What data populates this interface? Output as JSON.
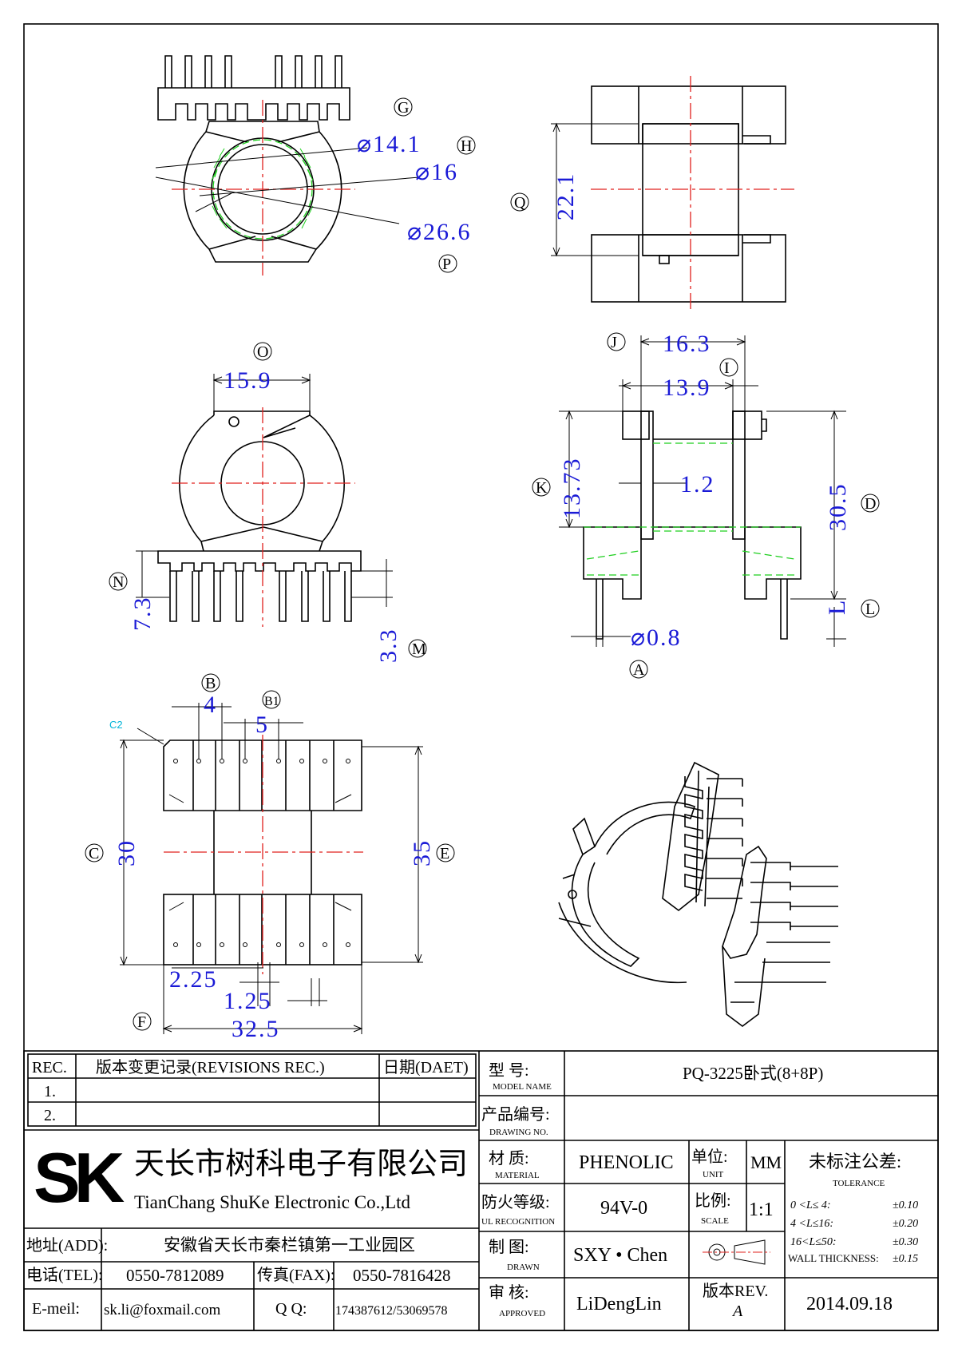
{
  "drawing": {
    "view1": {
      "dia_inner": "⌀14.1",
      "dia_mid": "⌀16",
      "dia_outer": "⌀26.6",
      "callout_g": "G",
      "callout_h": "H",
      "callout_p": "P"
    },
    "view2": {
      "dim_q": "22.1",
      "callout_q": "Q"
    },
    "view3": {
      "dim_o": "15.9",
      "dim_n": "7.3",
      "dim_m": "3.3",
      "callout_o": "O",
      "callout_n": "N",
      "callout_m": "M"
    },
    "view4": {
      "dim_j": "16.3",
      "dim_i": "13.9",
      "dim_k": "13.73",
      "dim_1_2": "1.2",
      "dim_d": "30.5",
      "dim_l": "L",
      "dim_a": "⌀0.8",
      "callout_j": "J",
      "callout_i": "I",
      "callout_k": "K",
      "callout_d": "D",
      "callout_l": "L",
      "callout_a": "A"
    },
    "view5": {
      "dim_b": "4",
      "dim_b1": "5",
      "dim_c": "30",
      "dim_e": "35",
      "dim_2_25": "2.25",
      "dim_1_25": "1.25",
      "dim_f": "32.5",
      "chamfer": "C2",
      "callout_b": "B",
      "callout_b1": "B1",
      "callout_c": "C",
      "callout_e": "E",
      "callout_f": "F"
    }
  },
  "title_block": {
    "rev_header": "REC.",
    "rev_title": "版本变更记录(REVISIONS REC.)",
    "date_header": "日期(DAET)",
    "rev_rows": [
      "1.",
      "2."
    ],
    "company_logo": "SK",
    "company_cn": "天长市树科电子有限公司",
    "company_en": "TianChang ShuKe Electronic Co.,Ltd",
    "address_label": "地址(ADD):",
    "address": "安徽省天长市秦栏镇第一工业园区",
    "tel_label": "电话(TEL):",
    "tel": "0550-7812089",
    "fax_label": "传真(FAX):",
    "fax": "0550-7816428",
    "email_label": "E-meil:",
    "email": "sk.li@foxmail.com",
    "qq_label": "Q Q:",
    "qq": "174387612/53069578",
    "model_label_cn": "型    号:",
    "model_label_en": "MODEL NAME",
    "model": "PQ-3225卧式(8+8P)",
    "drawing_no_label_cn": "产品编号:",
    "drawing_no_label_en": "DRAWING NO.",
    "drawing_no": "",
    "material_label_cn": "材    质:",
    "material_label_en": "MATERIAL",
    "material": "PHENOLIC",
    "unit_label_cn": "单位:",
    "unit_label_en": "UNIT",
    "unit": "MM",
    "ul_label_cn": "防火等级:",
    "ul_label_en": "UL RECOGNITION",
    "ul": "94V-0",
    "scale_label_cn": "比例:",
    "scale_label_en": "SCALE",
    "scale": "1:1",
    "drawn_label_cn": "制    图:",
    "drawn_label_en": "DRAWN",
    "drawn": "SXY • Chen",
    "approved_label_cn": "审    核:",
    "approved_label_en": "APPROVED",
    "approved": "LiDengLin",
    "rev_label": "版本REV.",
    "rev": "A",
    "date": "2014.09.18",
    "tolerance_title": "未标注公差:",
    "tolerance_en": "TOLERANCE",
    "tolerances": [
      {
        "range": "0 <L≤ 4:",
        "value": "±0.10"
      },
      {
        "range": "4 <L≤16:",
        "value": "±0.20"
      },
      {
        "range": "16<L≤50:",
        "value": "±0.30"
      }
    ],
    "wall_label": "WALL THICKNESS:",
    "wall_value": "±0.15"
  }
}
